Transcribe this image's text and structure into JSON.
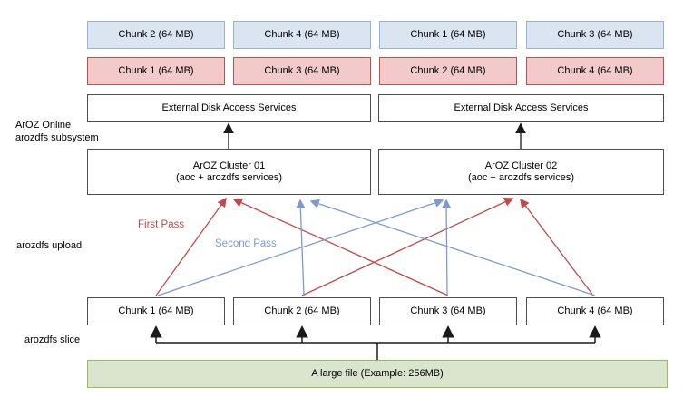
{
  "colors": {
    "blue_fill": "#dbe5f1",
    "blue_border": "#95b3d7",
    "red_fill": "#f2caca",
    "red_border": "#c0504d",
    "green_fill": "#d9e5cd",
    "green_border": "#9bbb59",
    "box_border": "#4d4d4d",
    "black_arrow": "#1a1a1a",
    "first_pass_arrow": "#be4b48",
    "second_pass_arrow": "#7c9ad0"
  },
  "labels": {
    "subsystem": [
      "ArOZ Online",
      "arozdfs subsystem"
    ],
    "upload": "arozdfs upload",
    "slice": "arozdfs slice",
    "first_pass": "First Pass",
    "second_pass": "Second Pass"
  },
  "storage": {
    "second_pass_row": [
      "Chunk 2 (64 MB)",
      "Chunk 4 (64 MB)",
      "Chunk 1 (64 MB)",
      "Chunk 3 (64 MB)"
    ],
    "first_pass_row": [
      "Chunk 1 (64 MB)",
      "Chunk 3 (64 MB)",
      "Chunk 2 (64 MB)",
      "Chunk 4 (64 MB)"
    ]
  },
  "services": {
    "edas": [
      "External Disk Access Services",
      "External Disk Access Services"
    ]
  },
  "clusters": [
    {
      "name": "ArOZ Cluster 01",
      "detail": "(aoc + arozdfs services)"
    },
    {
      "name": "ArOZ Cluster 02",
      "detail": "(aoc + arozdfs services)"
    }
  ],
  "sliced_chunks": [
    "Chunk 1 (64 MB)",
    "Chunk 2 (64 MB)",
    "Chunk 3 (64 MB)",
    "Chunk 4 (64 MB)"
  ],
  "source_file": {
    "label": "A large file (Example: 256MB)"
  }
}
